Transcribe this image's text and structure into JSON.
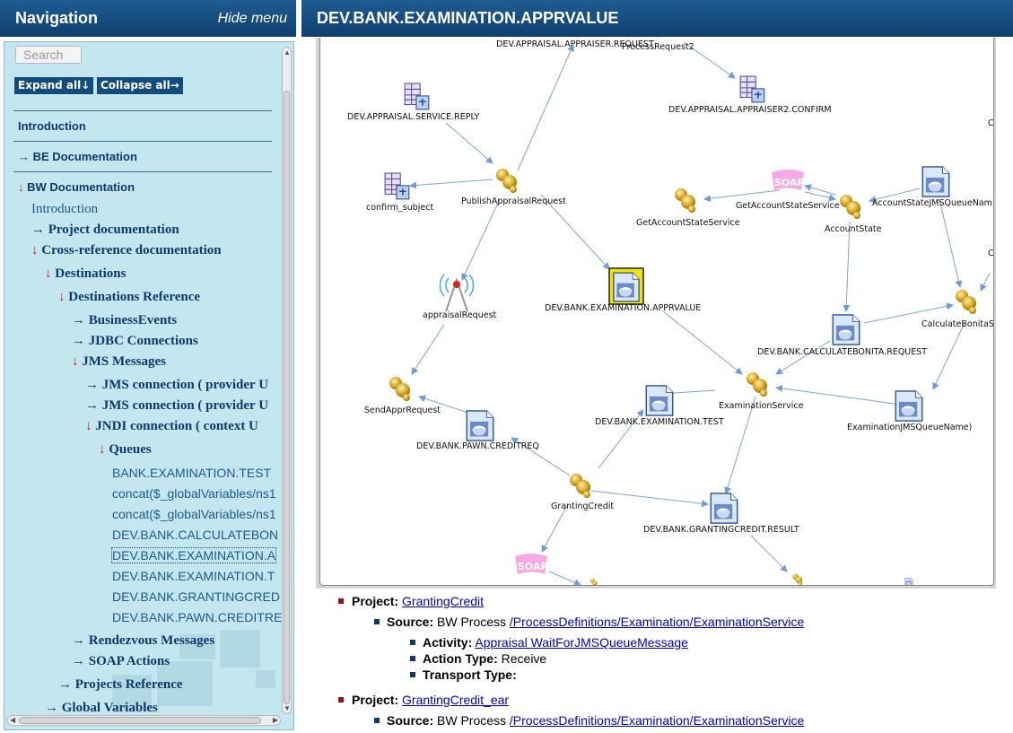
{
  "nav": {
    "title": "Navigation",
    "hide_menu": "Hide menu",
    "search_placeholder": "Search",
    "expand_all": "Expand all↓",
    "collapse_all": "Collapse all→",
    "items": [
      {
        "label": "Introduction",
        "arrow": ""
      },
      {
        "label": "BE Documentation",
        "arrow": "→"
      },
      {
        "label": "BW Documentation",
        "arrow": "↓"
      },
      {
        "label": "Introduction",
        "arrow": ""
      },
      {
        "label": "Project documentation",
        "arrow": "→"
      },
      {
        "label": "Cross-reference documentation",
        "arrow": "↓"
      },
      {
        "label": "Destinations",
        "arrow": "↓"
      },
      {
        "label": "Destinations Reference",
        "arrow": "↓"
      },
      {
        "label": "BusinessEvents",
        "arrow": "→"
      },
      {
        "label": "JDBC Connections",
        "arrow": "→"
      },
      {
        "label": "JMS Messages",
        "arrow": "↓"
      },
      {
        "label": "JMS connection ( provider U",
        "arrow": "→"
      },
      {
        "label": "JMS connection ( provider U",
        "arrow": "→"
      },
      {
        "label": "JNDI connection ( context U",
        "arrow": "↓"
      },
      {
        "label": "Queues",
        "arrow": "↓"
      },
      {
        "label": "BANK.EXAMINATION.TEST",
        "arrow": ""
      },
      {
        "label": "concat($_globalVariables/ns1",
        "arrow": ""
      },
      {
        "label": "concat($_globalVariables/ns1",
        "arrow": ""
      },
      {
        "label": "DEV.BANK.CALCULATEBON",
        "arrow": ""
      },
      {
        "label": "DEV.BANK.EXAMINATION.A",
        "arrow": ""
      },
      {
        "label": "DEV.BANK.EXAMINATION.T",
        "arrow": ""
      },
      {
        "label": "DEV.BANK.GRANTINGCRED",
        "arrow": ""
      },
      {
        "label": "DEV.BANK.PAWN.CREDITRE",
        "arrow": ""
      },
      {
        "label": "Rendezvous Messages",
        "arrow": "→"
      },
      {
        "label": "SOAP Actions",
        "arrow": "→"
      },
      {
        "label": "Projects Reference",
        "arrow": "→"
      },
      {
        "label": "Global Variables",
        "arrow": "→"
      }
    ]
  },
  "content": {
    "title": "DEV.BANK.EXAMINATION.APPRVALUE"
  },
  "diagram": {
    "nodes": [
      "DEV.APPRAISAL.APPRAISER.REQUEST",
      "ProcessRequest2",
      "DEV.APPRAISAL.SERVICE.REPLY",
      "DEV.APPRAISAL.APPRAISER2.CONFIRM",
      "confirm_subject",
      "PublishAppraisalRequest",
      "GetAccountStateService",
      "GetAccountStateService",
      "AccountState",
      "AccountStateJMSQueueNam",
      "appraisalRequest",
      "DEV.BANK.EXAMINATION.APPRVALUE",
      "DEV.BANK.CALCULATEBONITA.REQUEST",
      "CalculateBonitaS",
      "ExaminationService",
      "DEV.BANK.EXAMINATION.TEST",
      "ExaminationJMSQueueName)",
      "SendApprRequest",
      "DEV.BANK.PAWN.CREDITREQ",
      "GrantingCredit",
      "DEV.BANK.GRANTINGCREDIT.RESULT",
      "C",
      "C"
    ],
    "soap_label": "SOAP"
  },
  "xref": {
    "project_label": "Project:",
    "source_label": "Source:",
    "activity_label": "Activity:",
    "action_type_label": "Action Type:",
    "transport_type_label": "Transport Type:",
    "entries": [
      {
        "project": "GrantingCredit",
        "source_prefix": "BW Process",
        "source_link": "/ProcessDefinitions/Examination/ExaminationService",
        "activity": "Appraisal WaitForJMSQueueMessage",
        "action_type": "Receive",
        "transport_type": ""
      },
      {
        "project": "GrantingCredit_ear",
        "source_prefix": "BW Process",
        "source_link": "/ProcessDefinitions/Examination/ExaminationService"
      }
    ]
  }
}
